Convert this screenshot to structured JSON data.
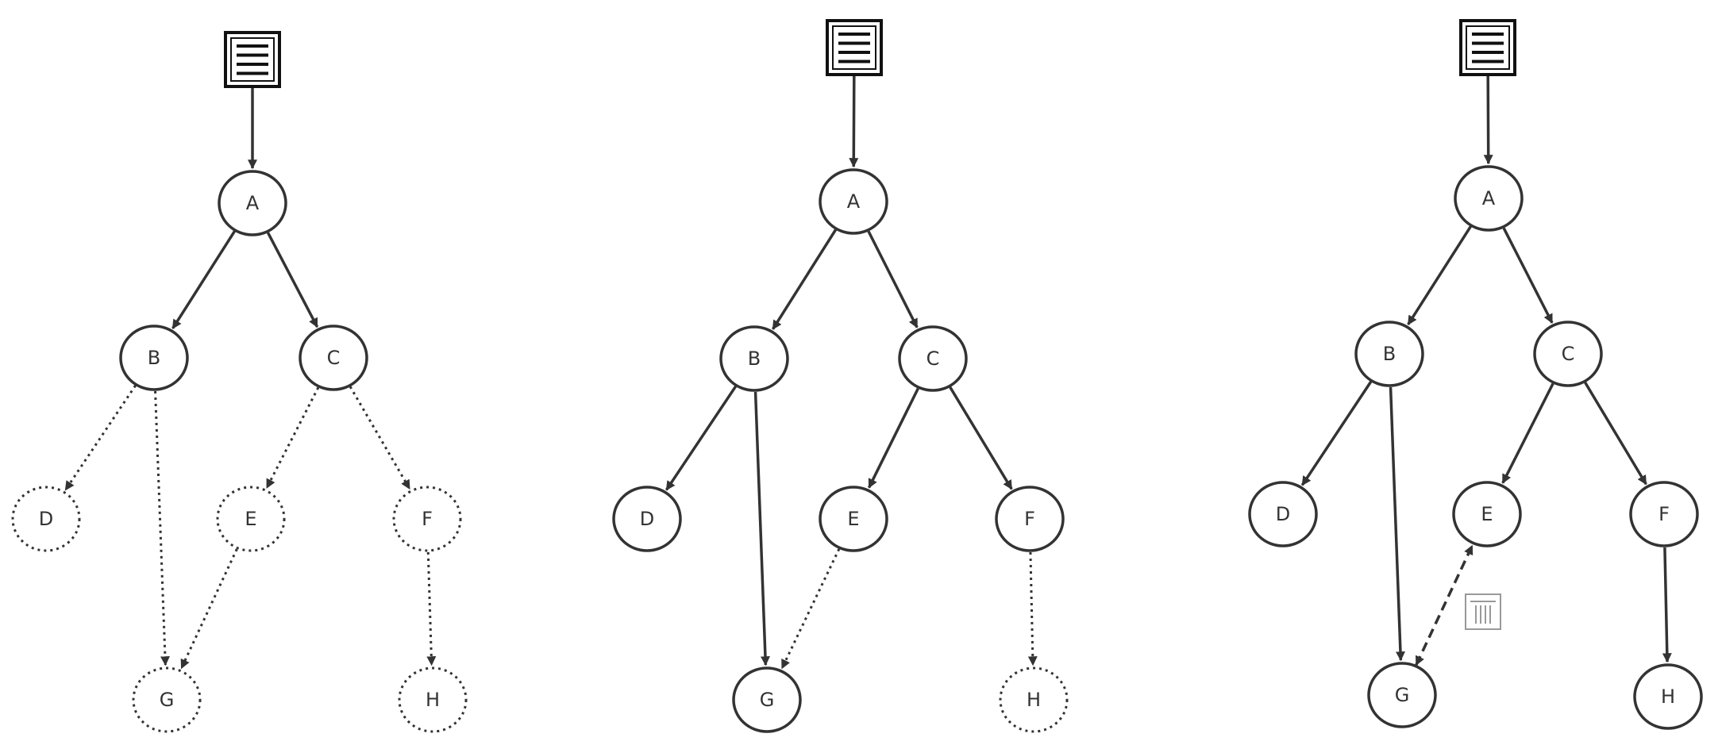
{
  "panels": [
    {
      "id": "panel-1",
      "root_icon": "document-icon",
      "nodes": [
        {
          "id": "A",
          "label": "A",
          "style": "solid"
        },
        {
          "id": "B",
          "label": "B",
          "style": "solid"
        },
        {
          "id": "C",
          "label": "C",
          "style": "solid"
        },
        {
          "id": "D",
          "label": "D",
          "style": "dotted"
        },
        {
          "id": "E",
          "label": "E",
          "style": "dotted"
        },
        {
          "id": "F",
          "label": "F",
          "style": "dotted"
        },
        {
          "id": "G",
          "label": "G",
          "style": "dotted"
        },
        {
          "id": "H",
          "label": "H",
          "style": "dotted"
        }
      ],
      "edges": [
        {
          "from": "root",
          "to": "A",
          "style": "solid"
        },
        {
          "from": "A",
          "to": "B",
          "style": "solid"
        },
        {
          "from": "A",
          "to": "C",
          "style": "solid"
        },
        {
          "from": "B",
          "to": "D",
          "style": "dotted"
        },
        {
          "from": "B",
          "to": "G",
          "style": "dotted"
        },
        {
          "from": "C",
          "to": "E",
          "style": "dotted"
        },
        {
          "from": "C",
          "to": "F",
          "style": "dotted"
        },
        {
          "from": "E",
          "to": "G",
          "style": "dotted"
        },
        {
          "from": "F",
          "to": "H",
          "style": "dotted"
        }
      ]
    },
    {
      "id": "panel-2",
      "root_icon": "document-icon",
      "nodes": [
        {
          "id": "A",
          "label": "A",
          "style": "solid"
        },
        {
          "id": "B",
          "label": "B",
          "style": "solid"
        },
        {
          "id": "C",
          "label": "C",
          "style": "solid"
        },
        {
          "id": "D",
          "label": "D",
          "style": "solid"
        },
        {
          "id": "E",
          "label": "E",
          "style": "solid"
        },
        {
          "id": "F",
          "label": "F",
          "style": "solid"
        },
        {
          "id": "G",
          "label": "G",
          "style": "solid"
        },
        {
          "id": "H",
          "label": "H",
          "style": "dotted"
        }
      ],
      "edges": [
        {
          "from": "root",
          "to": "A",
          "style": "solid"
        },
        {
          "from": "A",
          "to": "B",
          "style": "solid"
        },
        {
          "from": "A",
          "to": "C",
          "style": "solid"
        },
        {
          "from": "B",
          "to": "D",
          "style": "solid"
        },
        {
          "from": "B",
          "to": "G",
          "style": "solid"
        },
        {
          "from": "C",
          "to": "E",
          "style": "solid"
        },
        {
          "from": "C",
          "to": "F",
          "style": "solid"
        },
        {
          "from": "E",
          "to": "G",
          "style": "dotted"
        },
        {
          "from": "F",
          "to": "H",
          "style": "dotted"
        }
      ]
    },
    {
      "id": "panel-3",
      "root_icon": "document-icon",
      "nodes": [
        {
          "id": "A",
          "label": "A",
          "style": "solid"
        },
        {
          "id": "B",
          "label": "B",
          "style": "solid"
        },
        {
          "id": "C",
          "label": "C",
          "style": "solid"
        },
        {
          "id": "D",
          "label": "D",
          "style": "solid"
        },
        {
          "id": "E",
          "label": "E",
          "style": "solid"
        },
        {
          "id": "F",
          "label": "F",
          "style": "solid"
        },
        {
          "id": "G",
          "label": "G",
          "style": "solid"
        },
        {
          "id": "H",
          "label": "H",
          "style": "solid"
        }
      ],
      "edges": [
        {
          "from": "root",
          "to": "A",
          "style": "solid"
        },
        {
          "from": "A",
          "to": "B",
          "style": "solid"
        },
        {
          "from": "A",
          "to": "C",
          "style": "solid"
        },
        {
          "from": "B",
          "to": "D",
          "style": "solid"
        },
        {
          "from": "B",
          "to": "G",
          "style": "solid"
        },
        {
          "from": "C",
          "to": "E",
          "style": "solid"
        },
        {
          "from": "C",
          "to": "F",
          "style": "solid"
        },
        {
          "from": "G",
          "to": "E",
          "style": "dashed-bidirectional",
          "marker": "trash-icon"
        },
        {
          "from": "F",
          "to": "H",
          "style": "solid"
        }
      ]
    }
  ],
  "colors": {
    "stroke": "#333333",
    "label": "#333333",
    "background": "#ffffff"
  }
}
